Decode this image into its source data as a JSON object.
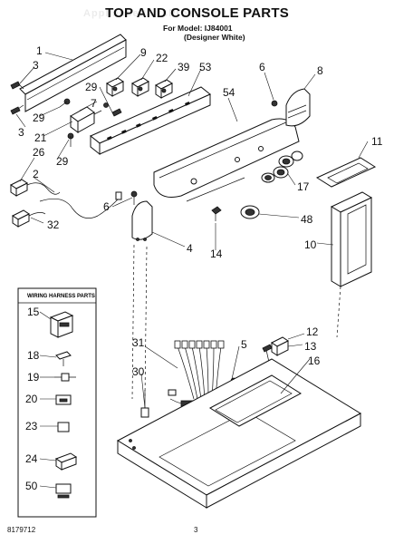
{
  "header": {
    "title": "TOP AND CONSOLE PARTS",
    "model_line": "For Model: IJ84001",
    "model_variant": "(Designer White)"
  },
  "watermark": "AppliancePartsPros.com",
  "harness_box": {
    "title": "WIRING HARNESS PARTS",
    "labels": [
      "15",
      "18",
      "19",
      "20",
      "23",
      "24",
      "50"
    ]
  },
  "callouts": [
    "1",
    "3",
    "29",
    "3",
    "21",
    "7",
    "29",
    "9",
    "22",
    "39",
    "53",
    "6",
    "8",
    "54",
    "26",
    "29",
    "2",
    "32",
    "6",
    "4",
    "14",
    "48",
    "17",
    "11",
    "10",
    "31",
    "5",
    "12",
    "13",
    "16",
    "30"
  ],
  "footer": {
    "doc_number": "8179712",
    "page_number": "3"
  }
}
